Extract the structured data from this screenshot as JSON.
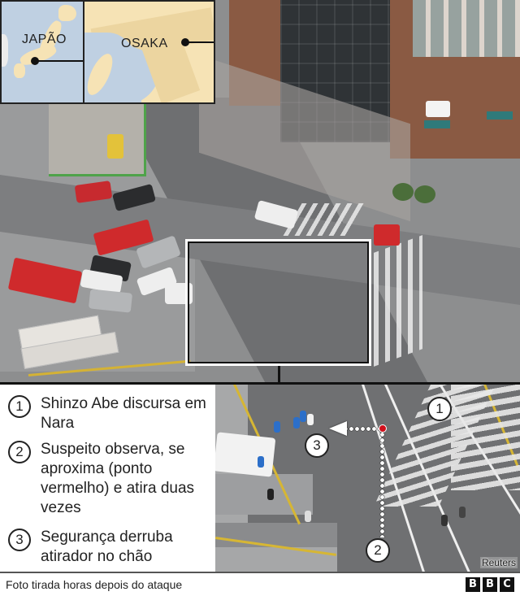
{
  "maps": {
    "japan": {
      "label": "JAPÃO"
    },
    "osaka": {
      "label": "OSAKA"
    },
    "colors": {
      "land": "#f6e3b5",
      "water": "#bfd0e2",
      "urban": "#ecd5a0"
    }
  },
  "legend": {
    "items": [
      {
        "number": "1",
        "text": "Shinzo Abe discursa em Nara"
      },
      {
        "number": "2",
        "text": "Suspeito observa, se aproxima (ponto vermelho) e atira duas vezes"
      },
      {
        "number": "3",
        "text": "Segurança derruba atirador no chão"
      }
    ]
  },
  "zoom_panel": {
    "markers": [
      {
        "number": "1",
        "description": "speech location"
      },
      {
        "number": "2",
        "description": "suspect start point"
      },
      {
        "number": "3",
        "description": "security tackle point"
      }
    ],
    "red_dot_color": "#d0101c",
    "photo_credit": "Reuters"
  },
  "footer": {
    "caption": "Foto tirada horas depois do ataque",
    "logo": [
      "B",
      "B",
      "C"
    ]
  }
}
